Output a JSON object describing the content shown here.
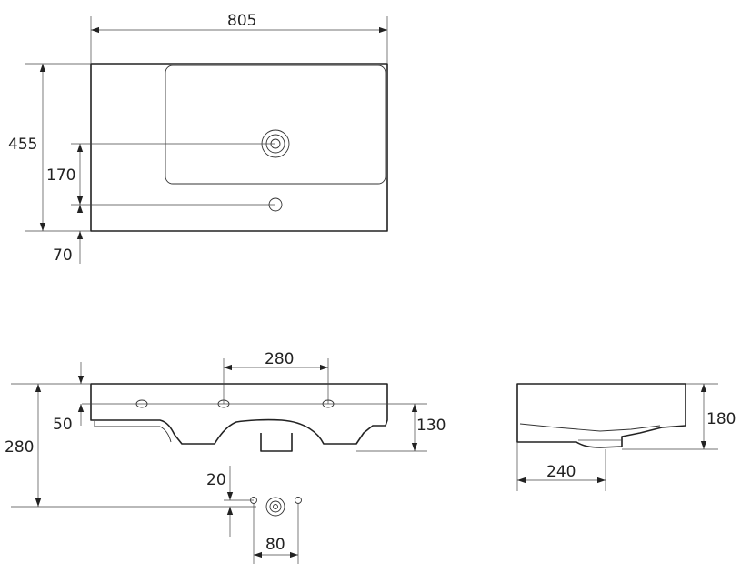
{
  "dimensions": {
    "top_width": "805",
    "top_depth": "455",
    "top_tap_offset": "170",
    "top_edge_offset": "70",
    "front_hole_spacing": "280",
    "front_hole_height": "50",
    "front_body_height": "130",
    "front_total_height": "280",
    "drain_offset": "20",
    "drain_spacing": "80",
    "side_height": "180",
    "side_depth": "240"
  },
  "colors": {
    "line": "#222222",
    "background": "#ffffff"
  }
}
